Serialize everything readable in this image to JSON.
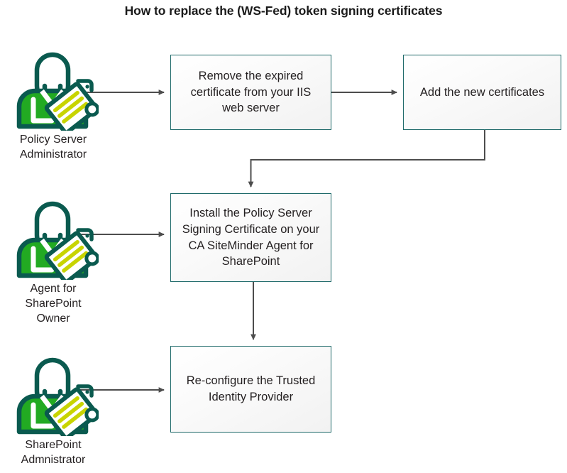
{
  "diagram": {
    "title": "How to replace the (WS-Fed) token signing certificates",
    "type": "flowchart",
    "colors": {
      "box_border": "#1f6a6a",
      "box_fill_light": "#ffffff",
      "box_fill_dark": "#f2f2f2",
      "connector": "#4d4d4d",
      "text": "#231f20",
      "icon_outline": "#0a5a4f",
      "icon_body_green": "#22aa22",
      "icon_document_accent": "#c8d400"
    },
    "boxes": [
      {
        "id": "remove-cert",
        "label": "Remove the expired\ncertificate from your IIS\nweb server"
      },
      {
        "id": "add-cert",
        "label": "Add the new certificates"
      },
      {
        "id": "install-cert",
        "label": "Install the Policy Server\nSigning Certificate on your\nCA SiteMinder Agent for\nSharePoint"
      },
      {
        "id": "reconfigure",
        "label": "Re-configure the Trusted\nIdentity Provider"
      }
    ],
    "actors": [
      {
        "id": "policy-server-administrator",
        "label": "Policy Server\nAdministrator",
        "icon": "person-with-certificate-icon"
      },
      {
        "id": "agent-for-sharepoint-owner",
        "label": "Agent for\nSharePoint\nOwner",
        "icon": "person-with-certificate-icon"
      },
      {
        "id": "sharepoint-administrator",
        "label": "SharePoint\nAdmnistrator",
        "icon": "person-with-certificate-icon"
      }
    ],
    "connectors": [
      {
        "id": "policy-server-administrator-to-remove-cert",
        "kind": "arrow-right"
      },
      {
        "id": "remove-cert-to-add-cert",
        "kind": "arrow-right"
      },
      {
        "id": "add-cert-to-install-cert",
        "kind": "elbow-arrow-down"
      },
      {
        "id": "agent-for-sharepoint-owner-to-install-cert",
        "kind": "arrow-right"
      },
      {
        "id": "install-cert-to-reconfigure",
        "kind": "arrow-down"
      },
      {
        "id": "sharepoint-administrator-to-reconfigure",
        "kind": "arrow-right"
      }
    ]
  }
}
